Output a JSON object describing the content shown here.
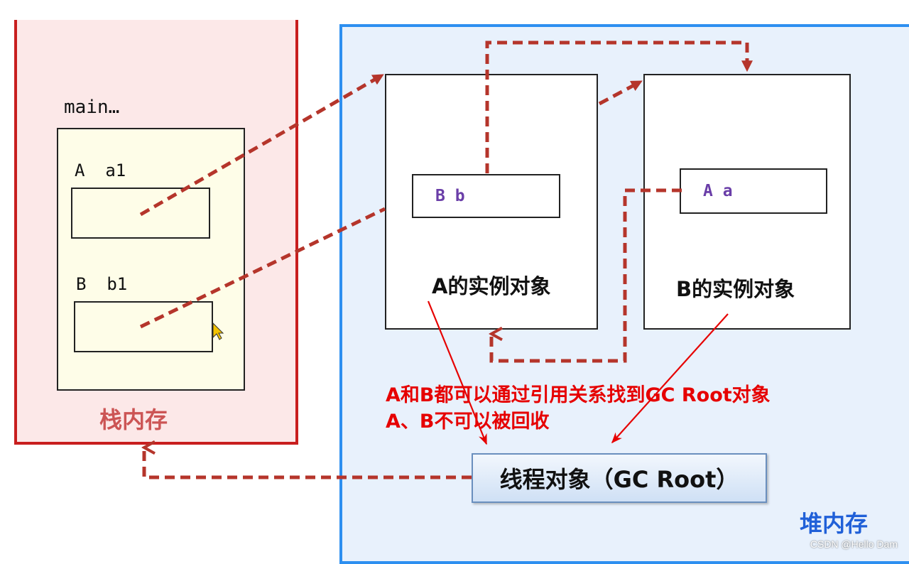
{
  "colors": {
    "stack_border": "#c81e1e",
    "stack_fill": "#fce8e8",
    "heap_border": "#2d8ff0",
    "heap_fill": "#e8f1fc",
    "frame_fill": "#fefde8",
    "reference_arrow": "#b5352b",
    "note_red": "#e60000",
    "field_text": "#6a3ea8"
  },
  "stack": {
    "title": "栈内存",
    "method_label": "main…",
    "variables": [
      {
        "label": "A  a1"
      },
      {
        "label": "B  b1"
      }
    ]
  },
  "heap": {
    "title": "堆内存",
    "objects": [
      {
        "title": "A的实例对象",
        "field": "B b"
      },
      {
        "title": "B的实例对象",
        "field": "A a"
      }
    ],
    "gc_root": "线程对象（GC Root）"
  },
  "notes": [
    "A和B都可以通过引用关系找到GC Root对象",
    "A、B不可以被回收"
  ],
  "watermark": "CSDN @Hello Dam"
}
